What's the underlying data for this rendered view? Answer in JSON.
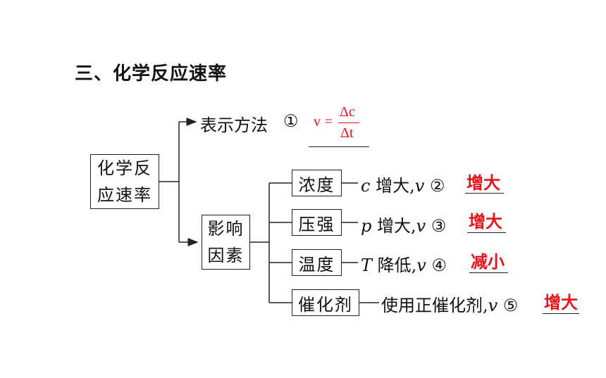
{
  "heading": "三、化学反应速率",
  "root": {
    "line1": "化学反",
    "line2": "应速率"
  },
  "method": {
    "label": "表示方法",
    "num": "①",
    "formula_lhs": "v",
    "formula_eq": "=",
    "numerator": "Δc",
    "denominator": "Δt"
  },
  "factors": {
    "line1": "影响",
    "line2": "因素",
    "items": [
      {
        "box": "浓度",
        "var": "c",
        "desc": "增大,",
        "v": "v",
        "num": "②",
        "answer": "增大"
      },
      {
        "box": "压强",
        "var": "p",
        "desc": "增大,",
        "v": "v",
        "num": "③",
        "answer": "增大"
      },
      {
        "box": "温度",
        "var": "T",
        "desc": "降低,",
        "v": "v",
        "num": "④",
        "answer": "减小"
      },
      {
        "box": "催化剂",
        "var": "",
        "desc": "使用正催化剂,",
        "v": "v",
        "num": "⑤",
        "answer": "增大"
      }
    ]
  },
  "colors": {
    "answer": "#e8101a",
    "line": "#222222"
  }
}
